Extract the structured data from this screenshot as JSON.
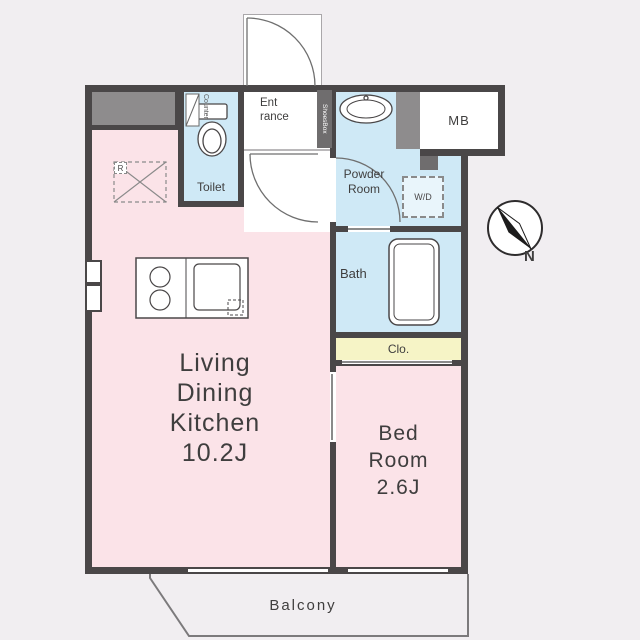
{
  "colors": {
    "background": "#f1eef1",
    "plan_white": "#ffffff",
    "wall": "#4a4748",
    "room_pink": "#fbe3e8",
    "wet_blue": "#cfe9f6",
    "closet_yellow": "#f6f4c6",
    "shaft_gray": "#8e8c8d",
    "line": "#5a5a5a",
    "text": "#3f3e3e"
  },
  "rooms": {
    "ldk": {
      "line1": "Living",
      "line2": "Dining",
      "line3": "Kitchen",
      "size": "10.2J"
    },
    "bedroom": {
      "line1": "Bed",
      "line2": "Room",
      "size": "2.6J"
    },
    "toilet": {
      "label": "Toilet"
    },
    "entrance": {
      "line1": "Ent",
      "line2": "rance"
    },
    "powder_room": {
      "line1": "Powder",
      "line2": "Room"
    },
    "bath": {
      "label": "Bath"
    },
    "meter_box": {
      "label": "MB"
    },
    "closet": {
      "label": "Clo."
    },
    "balcony": {
      "label": "Balcony"
    }
  },
  "fixtures": {
    "counter": {
      "label": "Counter"
    },
    "shoes_box": {
      "label": "ShoesBox"
    },
    "washer_dryer": {
      "label": "W/D"
    },
    "refrigerator": {
      "label": "R"
    }
  },
  "compass": {
    "north": "N"
  }
}
